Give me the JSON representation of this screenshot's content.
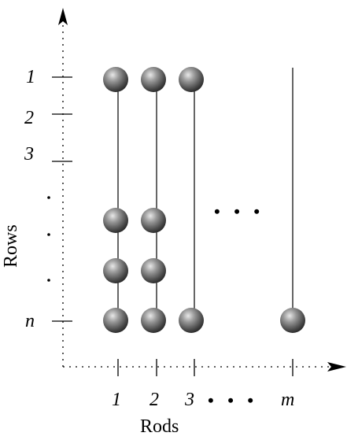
{
  "axes": {
    "x_title": "Rods",
    "y_title": "Rows"
  },
  "row_labels": [
    "1",
    "2",
    "3",
    "n"
  ],
  "rod_labels": [
    "1",
    "2",
    "3",
    "m"
  ],
  "ellipsis": "• • •",
  "rod_ellipsis": "• • •",
  "colors": {
    "bead": "#707070",
    "line": "#000000"
  }
}
